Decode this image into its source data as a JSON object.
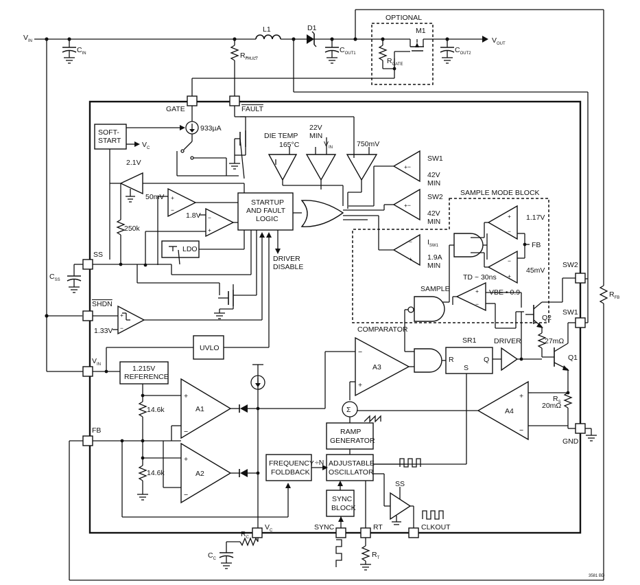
{
  "labels": {
    "vin_top": "V",
    "vin_top_sub": "IN",
    "cin": "C",
    "cin_sub": "IN",
    "l1": "L1",
    "d1": "D1",
    "optional": "OPTIONAL",
    "m1": "M1",
    "vout": "V",
    "vout_sub": "OUT",
    "cout1": "C",
    "cout1_sub": "OUT1",
    "cout2": "C",
    "cout2_sub": "OUT2",
    "rgate": "R",
    "rgate_sub": "GATE",
    "rfault": "R",
    "rfault_sub": "FAULT",
    "gate_pin": "GATE",
    "fault_pin": "FAULT",
    "current_933": "933µA",
    "soft_start_1": "SOFT-",
    "soft_start_2": "START",
    "vc_arrow": "V",
    "vc_arrow_sub": "C",
    "v21": "2.1V",
    "mv50": "50mV",
    "v18": "1.8V",
    "r250k": "250k",
    "ldo": "LDO",
    "startup_1": "STARTUP",
    "startup_2": "AND FAULT",
    "startup_3": "LOGIC",
    "driver_disable_1": "DRIVER",
    "driver_disable_2": "DISABLE",
    "die_temp": "DIE TEMP",
    "temp165": "165°C",
    "v22_1": "22V",
    "v22_2": "MIN",
    "vin_mid": "V",
    "vin_mid_sub": "IN",
    "mv750": "750mV",
    "sw1_a": "SW1",
    "v42_a": "42V",
    "min_a": "MIN",
    "sw2_a": "SW2",
    "v42_b": "42V",
    "min_b": "MIN",
    "sample_mode": "SAMPLE MODE BLOCK",
    "v117": "1.17V",
    "fb_sm": "FB",
    "mv45": "45mV",
    "isw1": "I",
    "isw1_sub": "SW1",
    "a19": "1.9A",
    "a19_min": "MIN",
    "td": "TD ~ 30ns",
    "sample": "SAMPLE",
    "vbe": "VBE • 0.9",
    "sw2_pin": "SW2",
    "sw1_pin": "SW1",
    "rfb": "R",
    "rfb_sub": "FB",
    "q2": "Q2",
    "r27": "27mΩ",
    "q1": "Q1",
    "driver": "DRIVER",
    "sr1": "SR1",
    "r_in": "R",
    "s_in": "S",
    "q_out": "Q",
    "comparator": "COMPARATOR",
    "a3": "A3",
    "a4": "A4",
    "rs": "R",
    "rs_sub": "S",
    "r20": "20mΩ",
    "gnd_pin": "GND",
    "ss_pin": "SS",
    "css": "C",
    "css_sub": "SS",
    "shdn_pin": "SHDN",
    "v133": "1.33V",
    "uvlo": "UVLO",
    "vin_pin": "V",
    "vin_pin_sub": "IN",
    "ref_1": "1.215V",
    "ref_2": "REFERENCE",
    "k146_a": "14.6k",
    "k146_b": "14.6k",
    "a1": "A1",
    "a2": "A2",
    "fb_pin": "FB",
    "freq_1": "FREQUENCY",
    "freq_2": "FOLDBACK",
    "divn": "÷N",
    "ramp_1": "RAMP",
    "ramp_2": "GENERATOR",
    "osc_1": "ADJUSTABLE",
    "osc_2": "OSCILLATOR",
    "sync_1": "SYNC",
    "sync_2": "BLOCK",
    "ss_buf": "SS",
    "vc_pin": "V",
    "vc_pin_sub": "C",
    "sync_pin": "SYNC",
    "rt_pin": "RT",
    "clkout": "CLKOUT",
    "rc": "R",
    "rc_sub": "C",
    "cc": "C",
    "cc_sub": "C",
    "rt_ext": "R",
    "rt_ext_sub": "T",
    "sum": "Σ",
    "code": "3581 BD"
  }
}
